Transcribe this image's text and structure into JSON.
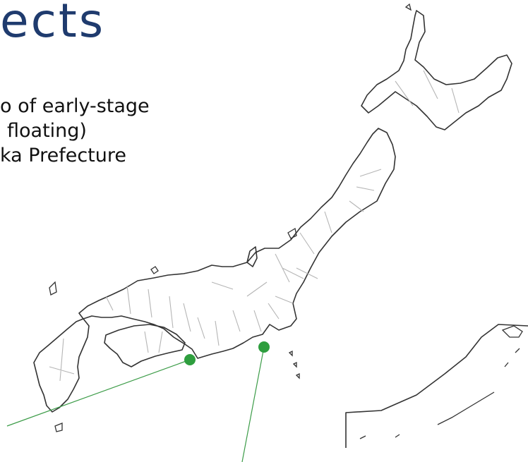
{
  "slide": {
    "title": "ects",
    "bullets": [
      "o of early-stage",
      "floating)",
      "ka Prefecture"
    ]
  },
  "map": {
    "markers": [
      {
        "name": "marker-west"
      },
      {
        "name": "marker-east"
      }
    ],
    "colors": {
      "outline": "#333333",
      "border": "#b5b5b5",
      "marker": "#2e9e3e",
      "leader": "#3c9c48",
      "title": "#1f3b6e"
    }
  }
}
